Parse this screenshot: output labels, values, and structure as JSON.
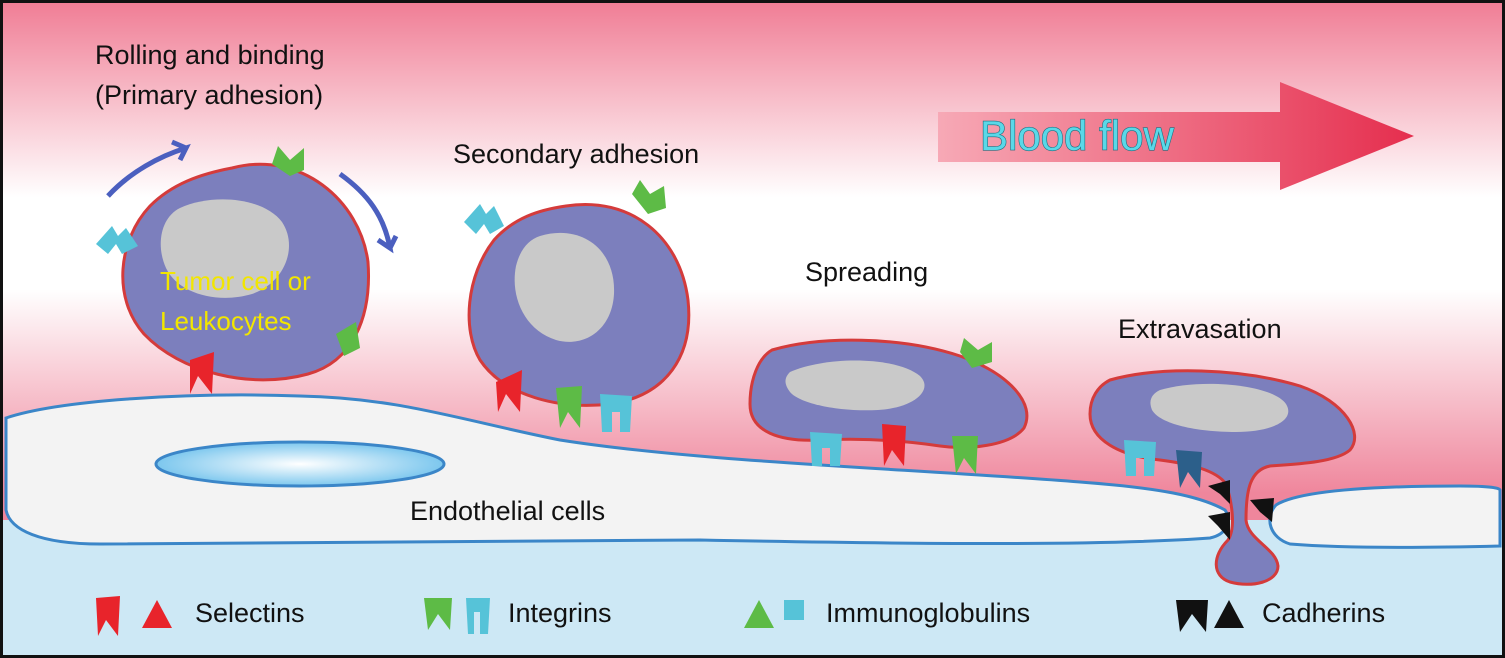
{
  "stages": {
    "rolling_line1": "Rolling and binding",
    "rolling_line2": "(Primary adhesion)",
    "secondary": "Secondary adhesion",
    "spreading": "Spreading",
    "extravasation": "Extravasation"
  },
  "cell_label": {
    "line1": "Tumor cell or",
    "line2": "Leukocytes"
  },
  "blood_flow": "Blood flow",
  "endothelial": "Endothelial cells",
  "legend": {
    "selectins": "Selectins",
    "integrins": "Integrins",
    "immunoglobulins": "Immunoglobulins",
    "cadherins": "Cadherins"
  },
  "colors": {
    "cell_fill": "#7c7fbd",
    "cell_border": "#d43b3b",
    "nucleus": "#c9c9c9",
    "selectin": "#e8242b",
    "integrin_green": "#5dbb46",
    "integrin_cyan": "#56c3d8",
    "cadherin": "#111111",
    "endothelium_fill": "#f3f3f3",
    "endothelium_border": "#3b86c8",
    "tissue": "#cde8f5",
    "blood_top": "#f07c94"
  }
}
